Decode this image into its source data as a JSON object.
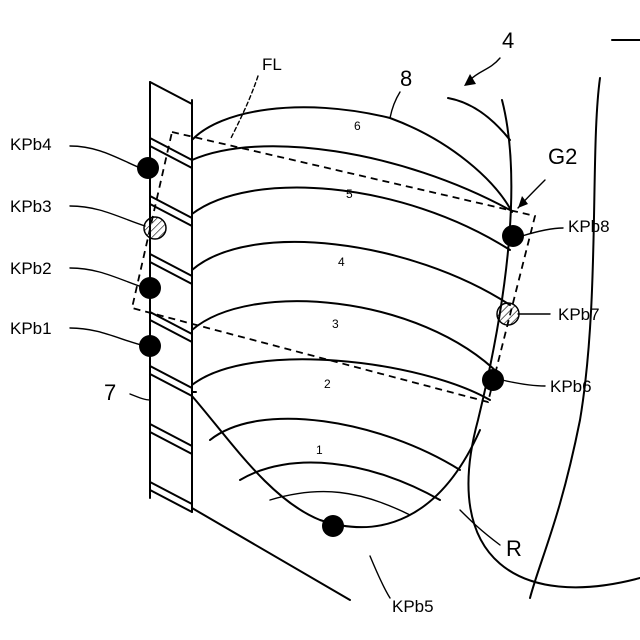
{
  "figure": {
    "labels": {
      "ref_4": "4",
      "ref_8": "8",
      "ref_7": "7",
      "fl": "FL",
      "g2": "G2",
      "r": "R"
    },
    "key_points": [
      {
        "id": "kpb1",
        "label": "KPb1",
        "fill": "solid"
      },
      {
        "id": "kpb2",
        "label": "KPb2",
        "fill": "solid"
      },
      {
        "id": "kpb3",
        "label": "KPb3",
        "fill": "hatched"
      },
      {
        "id": "kpb4",
        "label": "KPb4",
        "fill": "solid"
      },
      {
        "id": "kpb5",
        "label": "KPb5",
        "fill": "solid"
      },
      {
        "id": "kpb6",
        "label": "KPb6",
        "fill": "solid"
      },
      {
        "id": "kpb7",
        "label": "KPb7",
        "fill": "hatched"
      },
      {
        "id": "kpb8",
        "label": "KPb8",
        "fill": "solid"
      }
    ],
    "region_numbers": [
      "1",
      "2",
      "3",
      "4",
      "5",
      "6"
    ],
    "colors": {
      "line": "#000000",
      "background": "#ffffff"
    }
  }
}
